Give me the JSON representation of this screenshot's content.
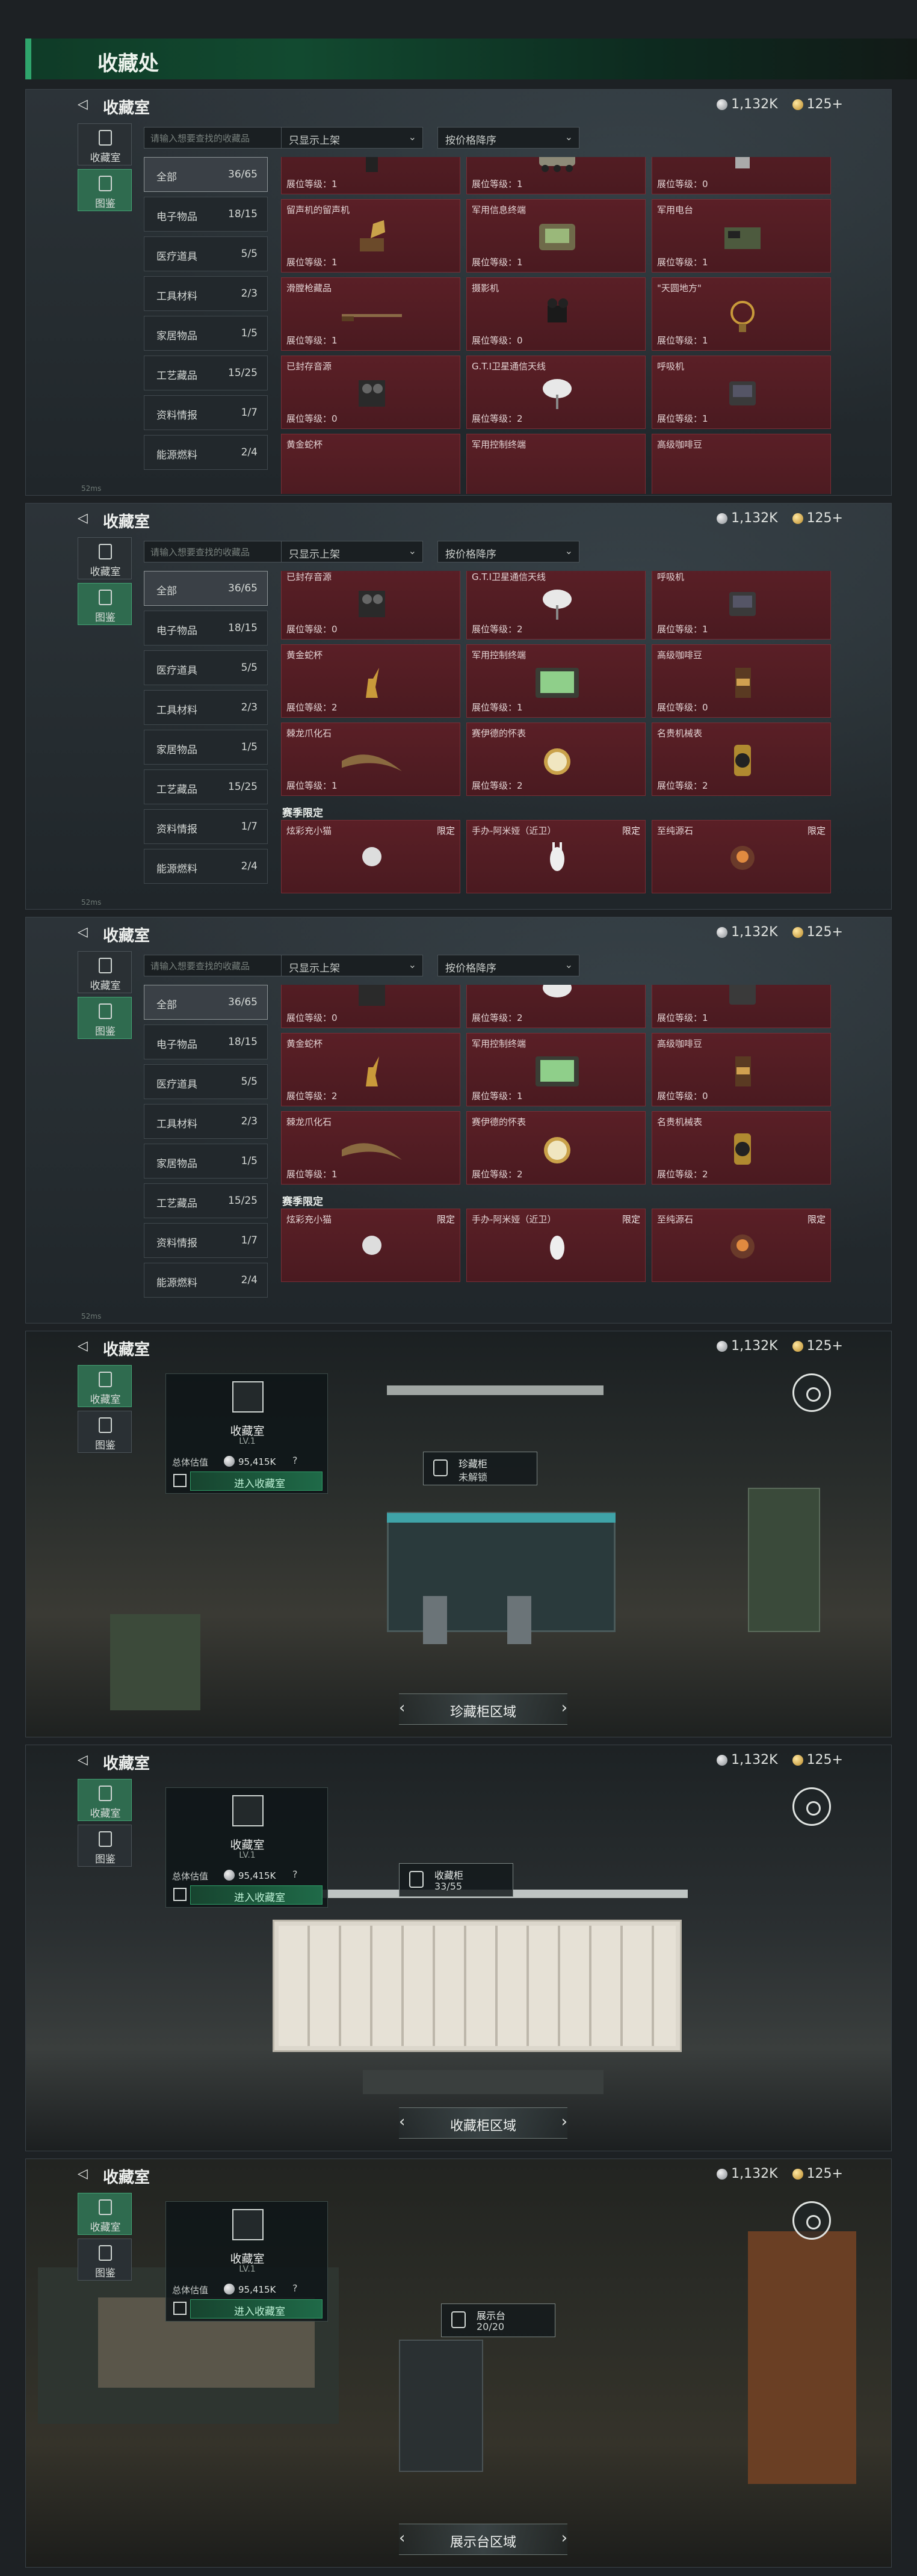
{
  "page": {
    "title": "收藏处"
  },
  "header": {
    "back_icon": "back-arrow-icon",
    "title": "收藏室"
  },
  "currency": {
    "silver": "1,132K",
    "gold": "125+"
  },
  "side_tabs": [
    {
      "label": "收藏室",
      "icon": "collection-room-icon",
      "active": false
    },
    {
      "label": "图鉴",
      "icon": "codex-icon",
      "active": true
    }
  ],
  "search": {
    "placeholder": "请输入想要查找的收藏品"
  },
  "filters": {
    "show_listed": "只显示上架",
    "sort": "按价格降序"
  },
  "categories": [
    {
      "name": "全部",
      "count": "36/65",
      "active": true
    },
    {
      "name": "电子物品",
      "count": "18/15"
    },
    {
      "name": "医疗道具",
      "count": "5/5"
    },
    {
      "name": "工具材料",
      "count": "2/3"
    },
    {
      "name": "家居物品",
      "count": "1/5"
    },
    {
      "name": "工艺藏品",
      "count": "15/25"
    },
    {
      "name": "资料情报",
      "count": "1/7"
    },
    {
      "name": "能源燃料",
      "count": "2/4"
    }
  ],
  "panel1": {
    "rows": [
      [
        {
          "name": "",
          "level": "展位等级：1"
        },
        {
          "name": "",
          "level": "展位等级：1"
        },
        {
          "name": "",
          "level": "展位等级：0"
        }
      ],
      [
        {
          "name": "留声机的留声机",
          "level": "展位等级：1"
        },
        {
          "name": "军用信息终端",
          "level": "展位等级：1"
        },
        {
          "name": "军用电台",
          "level": "展位等级：1"
        }
      ],
      [
        {
          "name": "滑膛枪藏品",
          "level": "展位等级：1"
        },
        {
          "name": "摄影机",
          "level": "展位等级：0"
        },
        {
          "name": "\"天圆地方\"",
          "level": "展位等级：1"
        }
      ],
      [
        {
          "name": "已封存音源",
          "level": "展位等级：0"
        },
        {
          "name": "G.T.I卫星通信天线",
          "level": "展位等级：2"
        },
        {
          "name": "呼吸机",
          "level": "展位等级：1"
        }
      ],
      [
        {
          "name": "黄金蛇杯",
          "level": ""
        },
        {
          "name": "军用控制终端",
          "level": ""
        },
        {
          "name": "高级咖啡豆",
          "level": ""
        }
      ]
    ]
  },
  "panel2": {
    "rows": [
      [
        {
          "name": "已封存音源",
          "level": "展位等级：0"
        },
        {
          "name": "G.T.I卫星通信天线",
          "level": "展位等级：2"
        },
        {
          "name": "呼吸机",
          "level": "展位等级：1"
        }
      ],
      [
        {
          "name": "黄金蛇杯",
          "level": "展位等级：2"
        },
        {
          "name": "军用控制终端",
          "level": "展位等级：1"
        },
        {
          "name": "高级咖啡豆",
          "level": "展位等级：0"
        }
      ],
      [
        {
          "name": "棘龙爪化石",
          "level": "展位等级：1"
        },
        {
          "name": "赛伊德的怀表",
          "level": "展位等级：2"
        },
        {
          "name": "名贵机械表",
          "level": "展位等级：2"
        }
      ]
    ],
    "season_label": "赛季限定",
    "season": [
      {
        "name": "炫彩充小猫",
        "tag": "限定"
      },
      {
        "name": "手办-阿米娅（近卫）",
        "tag": "限定"
      },
      {
        "name": "至纯源石",
        "tag": "限定"
      }
    ]
  },
  "panel3": {
    "rows": [
      [
        {
          "name": "",
          "level": "展位等级：0"
        },
        {
          "name": "",
          "level": "展位等级：2"
        },
        {
          "name": "",
          "level": "展位等级：1"
        }
      ],
      [
        {
          "name": "黄金蛇杯",
          "level": "展位等级：2"
        },
        {
          "name": "军用控制终端",
          "level": "展位等级：1"
        },
        {
          "name": "高级咖啡豆",
          "level": "展位等级：0"
        }
      ],
      [
        {
          "name": "棘龙爪化石",
          "level": "展位等级：1"
        },
        {
          "name": "赛伊德的怀表",
          "level": "展位等级：2"
        },
        {
          "name": "名贵机械表",
          "level": "展位等级：2"
        }
      ]
    ],
    "season_label": "赛季限定",
    "season": [
      {
        "name": "炫彩充小猫",
        "tag": "限定"
      },
      {
        "name": "手办-阿米娅（近卫）",
        "tag": "限定"
      },
      {
        "name": "至纯源石",
        "tag": "限定"
      }
    ]
  },
  "info_card": {
    "name": "收藏室",
    "level": "LV.1",
    "value_label": "总体估值",
    "value": "95,415K",
    "help": "?",
    "enter": "进入收藏室"
  },
  "scenes": [
    {
      "area": "珍藏柜区域",
      "tag_a": "珍藏柜",
      "tag_b": "未解锁"
    },
    {
      "area": "收藏柜区域",
      "tag_a": "收藏柜",
      "tag_b": "33/55"
    },
    {
      "area": "展示台区域",
      "tag_a": "展示台",
      "tag_b": "20/20"
    }
  ],
  "fps": "52ms"
}
